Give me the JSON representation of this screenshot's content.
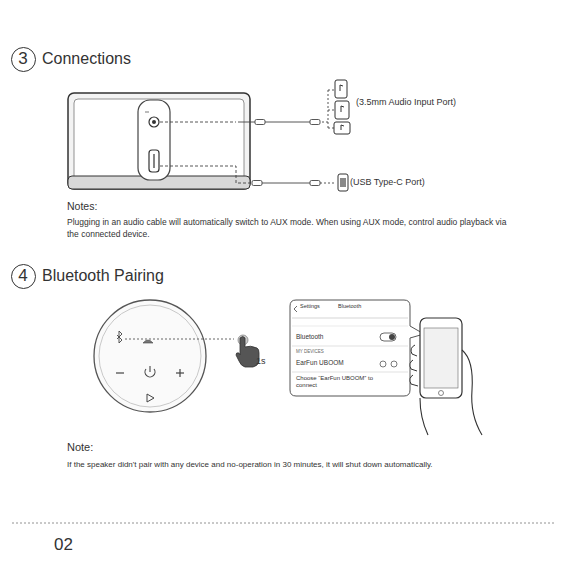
{
  "diagram": {
    "nodes": [
      {
        "text": [
          "3",
          "Connections"
        ]
      },
      {
        "text": [
          "4",
          "Bluetooth Pairing"
        ]
      },
      {
        "text": [
          "Settings",
          "Bluetooth",
          "Bluetooth",
          "MY DEVICES",
          "EarFun UBOOM",
          "Choose “EarFun UBOOM” to connect"
        ]
      }
    ],
    "edges": [],
    "labels": [
      "(3.5mm Audio Input Port)",
      "(USB Type-C Port)",
      "Notes:",
      "Plugging in an audio cable will automatically switch to AUX mode. When using AUX mode, control audio playback via the connected device.",
      "1s",
      "Note:",
      "If the speaker didn't pair with any device and no-operation in 30 minutes, it will shut down automatically.",
      "02"
    ]
  }
}
